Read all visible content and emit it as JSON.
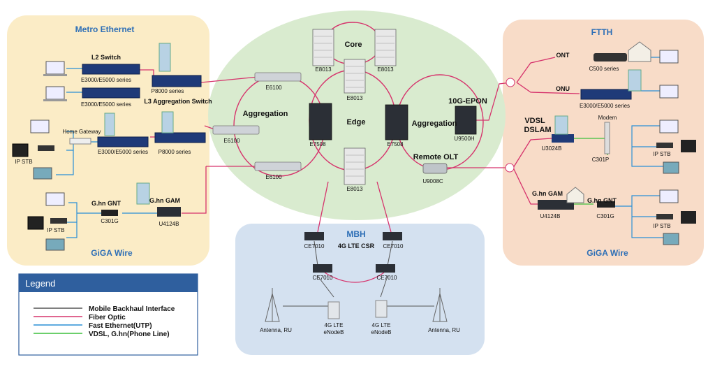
{
  "zones": {
    "metro_ethernet": "Metro Ethernet",
    "ftth": "FTTH",
    "mbh": "MBH",
    "giga_wire_left": "GiGA Wire",
    "giga_wire_right": "GiGA Wire"
  },
  "center": {
    "core": "Core",
    "edge": "Edge",
    "aggregation_left": "Aggregation",
    "aggregation_right": "Aggregation",
    "epon": "10G-EPON",
    "remote_olt": "Remote OLT"
  },
  "devices": {
    "e8013_a": "E8013",
    "e8013_b": "E8013",
    "e8013_c": "E8013",
    "e8013_d": "E8013",
    "e6100_a": "E6100",
    "e6100_b": "E6100",
    "e6100_c": "E6100",
    "e7508_a": "E7508",
    "e7508_b": "E7508",
    "u9500h": "U9500H",
    "u9008c": "U9008C",
    "l2_switch": "L2 Switch",
    "e3000_a": "E3000/E5000 series",
    "e3000_b": "E3000/E5000 series",
    "e3000_c": "E3000/E5000 series",
    "p8000_a": "P8000 series",
    "p8000_b": "P8000 series",
    "l3_agg": "L3 Aggregation Switch",
    "home_gateway": "Home Gateway",
    "ip_stb_a": "IP STB",
    "ip_stb_b": "IP STB",
    "ip_stb_c": "IP STB",
    "ip_stb_d": "IP STB",
    "ghn_gnt_left": "G.hn GNT",
    "ghn_gam_left": "G.hn GAM",
    "c301g_left": "C301G",
    "u4124b_left": "U4124B",
    "ont": "ONT",
    "onu": "ONU",
    "c500": "C500 series",
    "e3000_ftth": "E3000/E5000 series",
    "vdsl": "VDSL",
    "dslam": "DSLAM",
    "modem": "Modem",
    "u3024b": "U3024B",
    "c301p": "C301P",
    "ghn_gam_right": "G.hn GAM",
    "ghn_gnt_right": "G.hn GNT",
    "u4124b_right": "U4124B",
    "c301g_right": "C301G",
    "lte_csr": "4G LTE CSR",
    "ce7010_a": "CE7010",
    "ce7010_b": "CE7010",
    "ce7010_c": "CE7010",
    "ce7010_d": "CE7010",
    "antenna_left": "Antenna, RU",
    "antenna_right": "Antenna, RU",
    "enodeb_left_1": "4G LTE",
    "enodeb_left_2": "eNodeB",
    "enodeb_right_1": "4G LTE",
    "enodeb_right_2": "eNodeB"
  },
  "legend": {
    "title": "Legend",
    "items": [
      {
        "label": "Mobile Backhaul Interface",
        "color": "#555555"
      },
      {
        "label": "Fiber Optic",
        "color": "#d6336c"
      },
      {
        "label": "Fast Ethernet(UTP)",
        "color": "#2a8fd6"
      },
      {
        "label": "VDSL, G.hn(Phone Line)",
        "color": "#3cbf3c"
      }
    ]
  },
  "colors": {
    "metro_bg": "#fbecc6",
    "ftth_bg": "#f8dcc8",
    "mbh_bg": "#d4e1f0",
    "center_bg": "#d9ebcf",
    "zone_title": "#2e6fb6",
    "legend_header": "#2f5f9e"
  }
}
